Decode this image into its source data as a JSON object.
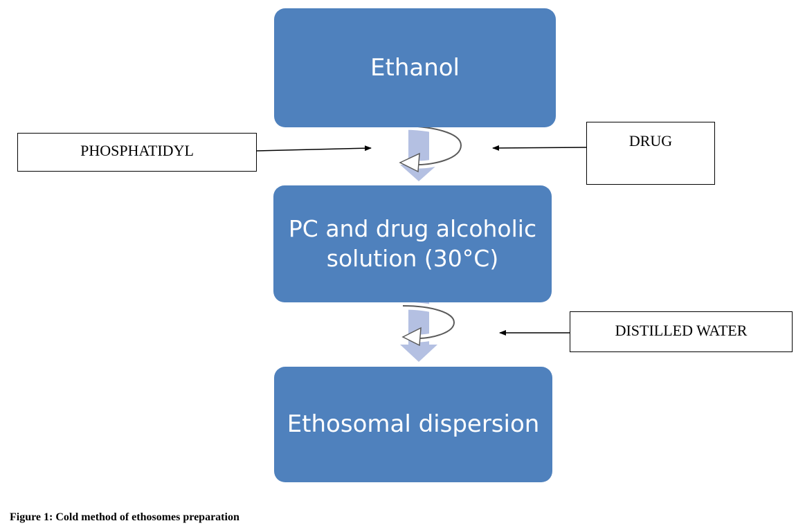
{
  "steps": {
    "ethanol": "Ethanol",
    "solution_line1": "PC and drug alcoholic",
    "solution_line2": "solution (30°C)",
    "dispersion": "Ethosomal dispersion"
  },
  "inputs": {
    "phosphatidyl": "PHOSPHATIDYL",
    "drug": "DRUG",
    "distilled_water": "DISTILLED WATER"
  },
  "caption": "Figure 1: Cold method of ethosomes preparation",
  "colors": {
    "step_fill": "#4f81bd",
    "flow_arrow": "#b4c0e2",
    "text_light": "#ffffff",
    "text_dark": "#000000"
  },
  "icons": {
    "flow_arrow": "down-arrow-icon",
    "mixing": "rotate-arrow-icon",
    "input_arrow": "arrow-icon"
  }
}
